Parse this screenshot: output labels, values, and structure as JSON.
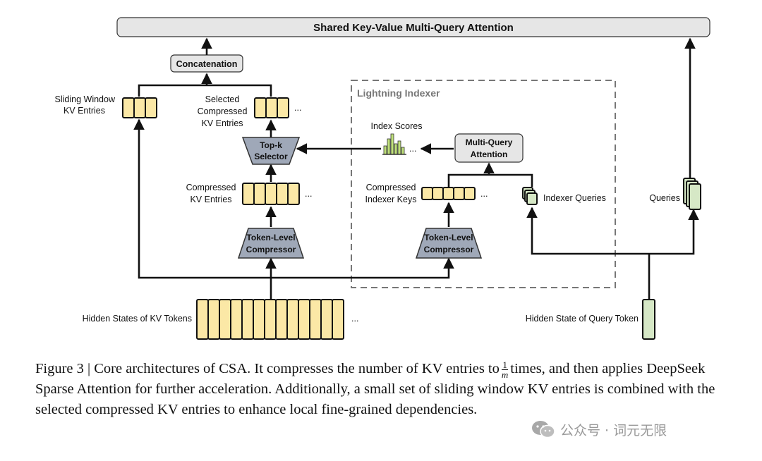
{
  "diagram": {
    "header": "Shared Key-Value Multi-Query Attention",
    "concat": "Concatenation",
    "sliding_window": [
      "Sliding Window",
      "KV Entries"
    ],
    "selected_compressed": [
      "Selected",
      "Compressed",
      "KV Entries"
    ],
    "topk": [
      "Top-k",
      "Selector"
    ],
    "compressed_kv": [
      "Compressed",
      "KV Entries"
    ],
    "compressor": [
      "Token-Level",
      "Compressor"
    ],
    "hidden_kv": "Hidden States of KV Tokens",
    "indexer_title": "Lightning Indexer",
    "index_scores": "Index Scores",
    "mqa": [
      "Multi-Query",
      "Attention"
    ],
    "compressed_indexer_keys": [
      "Compressed",
      "Indexer Keys"
    ],
    "indexer_queries": "Indexer Queries",
    "queries": "Queries",
    "hidden_query": "Hidden State of Query Token",
    "ellipsis": "..."
  },
  "caption": {
    "part1": "Figure 3 | Core architectures of CSA. It compresses the number of KV entries to",
    "frac_num": "1",
    "frac_den": "m",
    "part2": "times, and then applies DeepSeek Sparse Attention for further acceleration. Additionally, a small set of sliding window KV entries is combined with the selected compressed KV entries to enhance local fine-grained dependencies."
  },
  "watermark": {
    "text": "公众号 · 词元无限"
  },
  "colors": {
    "yellow": "#fbe8a6",
    "green": "#d6e8c6",
    "gray_box": "#e6e6e6",
    "trapezoid": "#9fa8b8",
    "bar_green": "#bfe07a"
  }
}
